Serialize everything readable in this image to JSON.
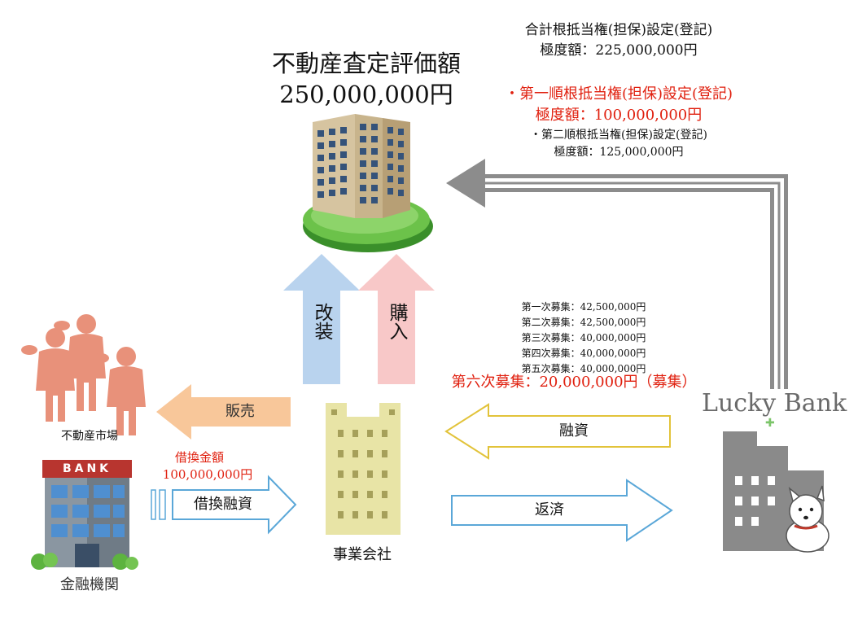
{
  "appraisal": {
    "title": "不動産査定評価額",
    "amount": "250,000,000円"
  },
  "mortgage": {
    "total_line1": "合計根抵当権(担保)設定(登記)",
    "total_line2": "極度額：225,000,000円",
    "first_line1": "・第一順根抵当権(担保)設定(登記)",
    "first_line2": "極度額：100,000,000円",
    "second_line1": "・第二順根抵当権(担保)設定(登記)",
    "second_line2": "極度額：125,000,000円"
  },
  "arrows": {
    "renovate": "改装",
    "purchase": "購入",
    "sell": "販売",
    "refinance": "借換融資",
    "loan": "融資",
    "repay": "返済"
  },
  "fundraising": {
    "rounds": [
      "第一次募集：42,500,000円",
      "第二次募集：42,500,000円",
      "第三次募集：40,000,000円",
      "第四次募集：40,000,000円",
      "第五次募集：40,000,000円"
    ],
    "current": "第六次募集：20,000,000円（募集）"
  },
  "refinance_amount": {
    "label": "借換金額",
    "value": "100,000,000円"
  },
  "labels": {
    "market": "不動産市場",
    "bank_sign": "BANK",
    "financial_institution": "金融機関",
    "company": "事業会社",
    "lucky_bank": "Lucky Bank"
  },
  "colors": {
    "red_text": "#e0200f",
    "renovate_arrow": "#b9d3ee",
    "purchase_arrow": "#f8c8c8",
    "sell_arrow": "#f8c79a",
    "people": "#e8917a",
    "company_building": "#e8e4a6",
    "luckybank_building": "#8a8a8a",
    "grass": "#5db33f"
  }
}
